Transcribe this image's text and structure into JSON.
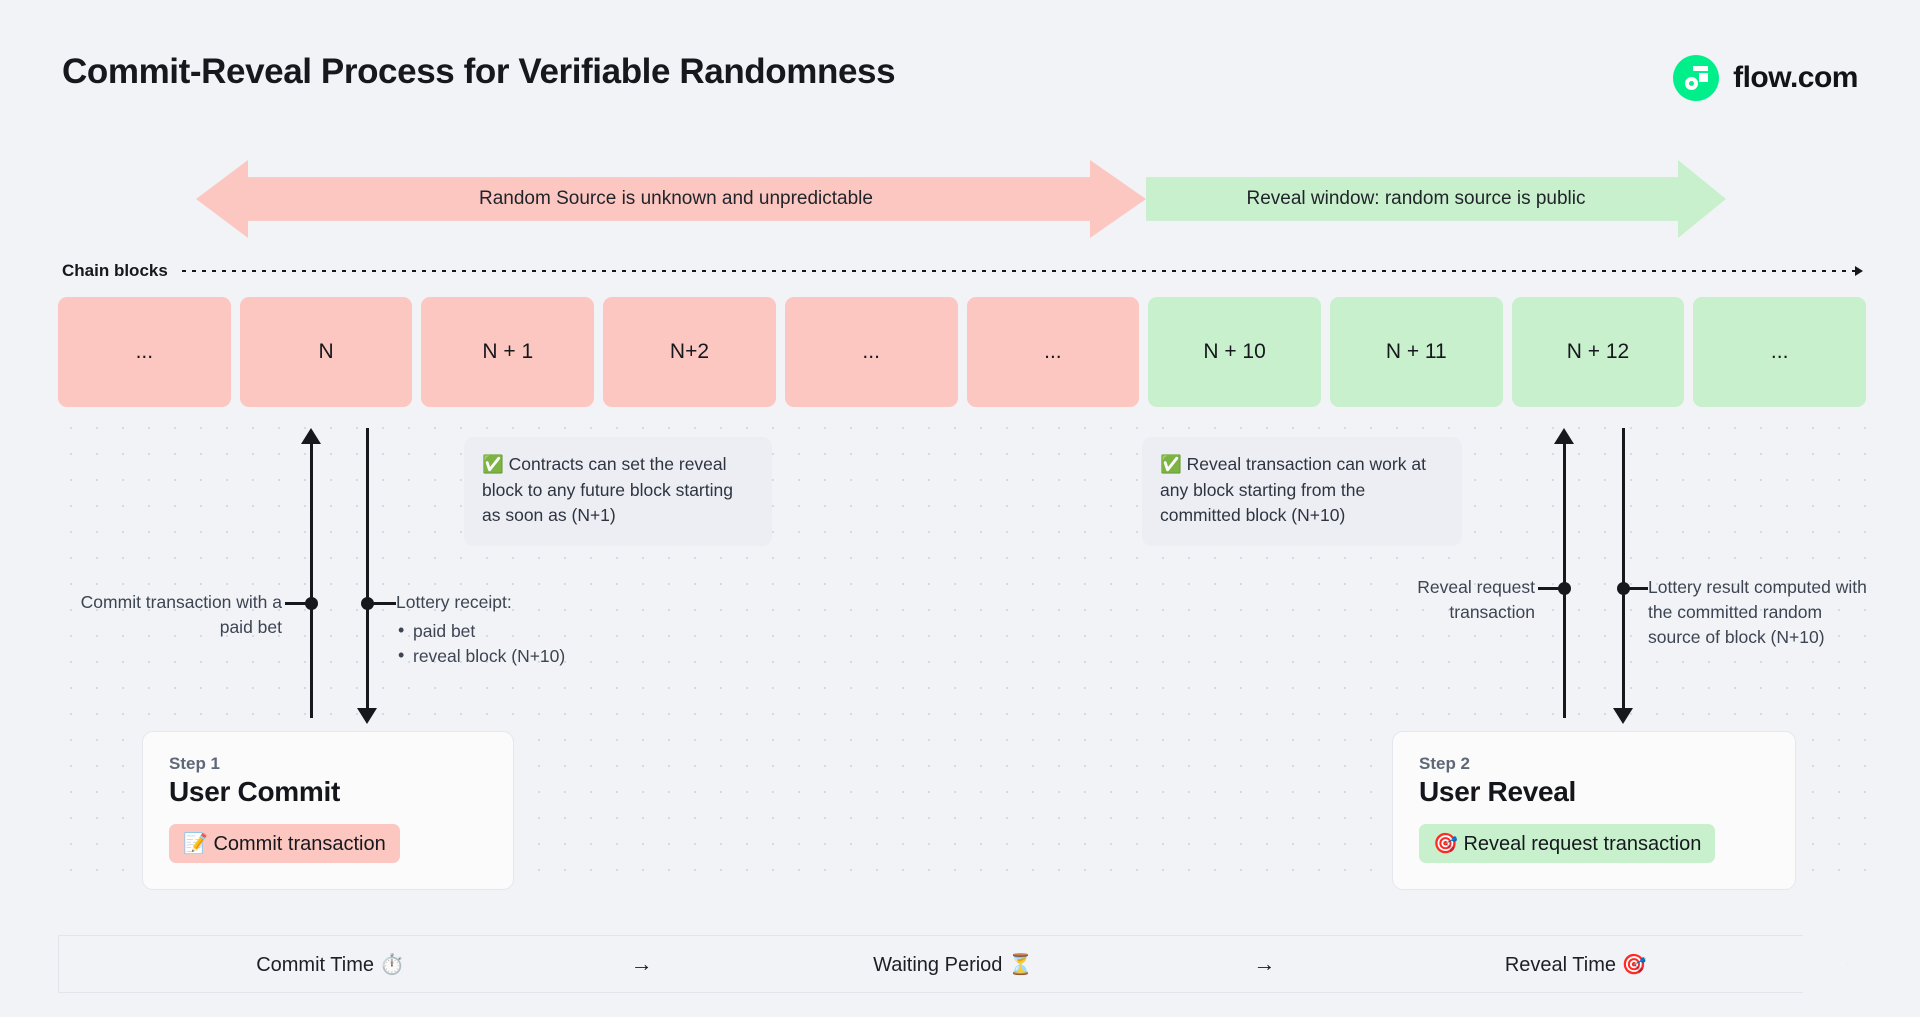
{
  "header": {
    "title": "Commit-Reveal Process for Verifiable Randomness",
    "brand": "flow.com",
    "brand_color": "#00ef8b"
  },
  "banners": {
    "unknown": "Random Source is unknown and unpredictable",
    "reveal": "Reveal window: random source is public",
    "unknown_color": "#fcc7c0",
    "reveal_color": "#c8f0cd"
  },
  "chain": {
    "axis_label": "Chain blocks",
    "blocks": [
      {
        "label": "...",
        "state": "pink"
      },
      {
        "label": "N",
        "state": "pink"
      },
      {
        "label": "N + 1",
        "state": "pink"
      },
      {
        "label": "N+2",
        "state": "pink"
      },
      {
        "label": "...",
        "state": "pink"
      },
      {
        "label": "...",
        "state": "pink"
      },
      {
        "label": "N + 10",
        "state": "green"
      },
      {
        "label": "N + 11",
        "state": "green"
      },
      {
        "label": "N + 12",
        "state": "green"
      },
      {
        "label": "...",
        "state": "green"
      }
    ]
  },
  "callouts": {
    "left": "✅ Contracts can set the reveal block to any future block starting as soon as (N+1)",
    "right": "✅ Reveal transaction can work at any block starting from the committed block (N+10)"
  },
  "annotations": {
    "commit": "Commit transaction with a paid bet",
    "receipt_title": "Lottery receipt:",
    "receipt_items": [
      "paid bet",
      "reveal block (N+10)"
    ],
    "reveal_request": "Reveal request transaction",
    "lottery_result": "Lottery result computed with the committed random source of block (N+10)"
  },
  "steps": [
    {
      "kicker": "Step 1",
      "title": "User Commit",
      "pill": "📝 Commit transaction",
      "pill_color": "#fcc7c0"
    },
    {
      "kicker": "Step 2",
      "title": "User Reveal",
      "pill": "🎯 Reveal request transaction",
      "pill_color": "#c8f0cd"
    }
  ],
  "timeline": {
    "segments": [
      "Commit Time ⏱️",
      "Waiting Period ⏳",
      "Reveal Time 🎯"
    ],
    "arrow": "→"
  }
}
